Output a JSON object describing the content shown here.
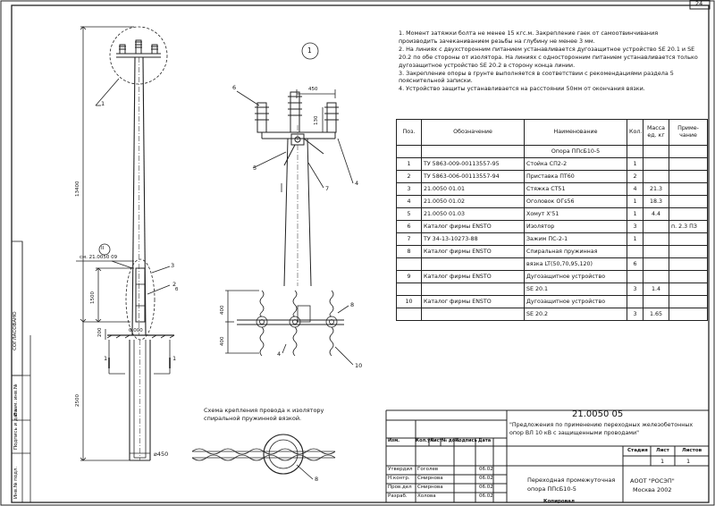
{
  "sheet": {
    "page_number": "24",
    "view_callout": "1",
    "detail_ref_code": "см. 21.0050 09",
    "detail_ref_marker": "II",
    "dim_labels": {
      "pole_height": "13400",
      "grip_length": "1500",
      "sleeve": "200",
      "embed": "2500",
      "diameter": "⌀450",
      "crossarm_width": "450",
      "crossarm_offset": "130",
      "clamp_spacing_top": "400",
      "clamp_spacing_bottom": "400",
      "mark_b": "б"
    },
    "section_marks": [
      "1",
      "1"
    ],
    "ground_level_label": "0,000",
    "leaders": {
      "top_view": [
        "6",
        "5",
        "7",
        "4"
      ],
      "pole_view": [
        "1",
        "3",
        "2"
      ],
      "clamp_view": [
        "8",
        "4",
        "10"
      ],
      "wire_view": [
        "8"
      ]
    },
    "wire_caption": [
      "Схема крепления провода к изолятору",
      "спиральной пружинной вязкой."
    ],
    "side_stamp": {
      "approved": "СОГЛАСОВАНО",
      "vert_labels": [
        "Взам. инв.№",
        "Подпись и дата",
        "Инв.№ подл."
      ]
    }
  },
  "notes": [
    "1. Момент затяжки болта не менее 15 кгс.м. Закрепление гаек от самоотвинчивания производить зачеканиванием резьбы на глубину не менее 3 мм.",
    "2. На линиях с двухсторонним питанием устанавливается дугозащитное устройство SE 20.1 и SE 20.2 по обе стороны от изолятора. На линиях с односторонним питанием устанавливается только дугозащитное устройство SE 20.2 в сторону конца линии.",
    "3. Закрепление опоры в грунте выполняется в соответствии с рекомендациями раздела 5 пояснительной записки.",
    "4. Устройство защиты устанавливается на расстоянии 50мм от окончания вязки."
  ],
  "spec_table": {
    "headers": [
      "Поз.",
      "Обозначение",
      "Наименование",
      "Кол.",
      "Масса ед. кг",
      "Приме- чание"
    ],
    "group_row": "Опора ППсБ10-5",
    "rows": [
      {
        "pos": "1",
        "code": "ТУ 5863-009-00113557-95",
        "name": "Стойка СП2-2",
        "qty": "1",
        "mass": "",
        "note": ""
      },
      {
        "pos": "2",
        "code": "ТУ 5863-006-00113557-94",
        "name": "Приставка ПТ60",
        "qty": "2",
        "mass": "",
        "note": ""
      },
      {
        "pos": "3",
        "code": "21.0050 01.01",
        "name": "Стяжка СТ51",
        "qty": "4",
        "mass": "21.3",
        "note": ""
      },
      {
        "pos": "4",
        "code": "21.0050 01.02",
        "name": "Оголовок ОГs56",
        "qty": "1",
        "mass": "18.3",
        "note": ""
      },
      {
        "pos": "5",
        "code": "21.0050 01.03",
        "name": "Хомут Х'51",
        "qty": "1",
        "mass": "4.4",
        "note": ""
      },
      {
        "pos": "6",
        "code": "Каталог фирмы ENSTO",
        "name": "Изолятор",
        "qty": "3",
        "mass": "",
        "note": "п. 2.3 ПЗ"
      },
      {
        "pos": "7",
        "code": "ТУ 34-13-10273-88",
        "name": "Зажим ПС-2-1",
        "qty": "1",
        "mass": "",
        "note": ""
      },
      {
        "pos": "8",
        "code": "Каталог фирмы ENSTO",
        "name": "Спиральная пружинная",
        "qty": "",
        "mass": "",
        "note": ""
      },
      {
        "pos": "",
        "code": "",
        "name": "вязка LT(50,70,95,120)",
        "qty": "6",
        "mass": "",
        "note": ""
      },
      {
        "pos": "9",
        "code": "Каталог фирмы ENSTO",
        "name": "Дугозащитное устройство",
        "qty": "",
        "mass": "",
        "note": ""
      },
      {
        "pos": "",
        "code": "",
        "name": "SE 20.1",
        "qty": "3",
        "mass": "1.4",
        "note": ""
      },
      {
        "pos": "10",
        "code": "Каталог фирмы ENSTO",
        "name": "Дугозащитное устройство",
        "qty": "",
        "mass": "",
        "note": ""
      },
      {
        "pos": "",
        "code": "",
        "name": "SE 20.2",
        "qty": "3",
        "mass": "1.65",
        "note": ""
      }
    ]
  },
  "title_block": {
    "doc_code": "21.0050 05",
    "project_title": "\"Предложения по применению переходных железобетонных опор ВЛ 10 кВ с защищенными проводами\"",
    "rev_headers": [
      "Изм.",
      "Кол.уч.",
      "Лист",
      "№ док.",
      "Подпись",
      "Дата"
    ],
    "sheet_name": [
      "Переходная промежуточная",
      "опора ППсБ10-5"
    ],
    "stage_headers": [
      "Стадия",
      "Лист",
      "Листов"
    ],
    "stage_values": [
      "",
      "1",
      "1"
    ],
    "organization": [
      "АООТ \"РОСЭП\"",
      "Москва 2002"
    ],
    "signers": [
      {
        "role": "Утвердил",
        "name": "Гоголев",
        "date": "06.02"
      },
      {
        "role": "Н.контр.",
        "name": "Смирнова",
        "date": "06.02"
      },
      {
        "role": "Пров.дел",
        "name": "Смирнова",
        "date": "06.02"
      },
      {
        "role": "Разраб.",
        "name": "Холова",
        "date": "06.02"
      }
    ],
    "format_label": "Копировал"
  }
}
